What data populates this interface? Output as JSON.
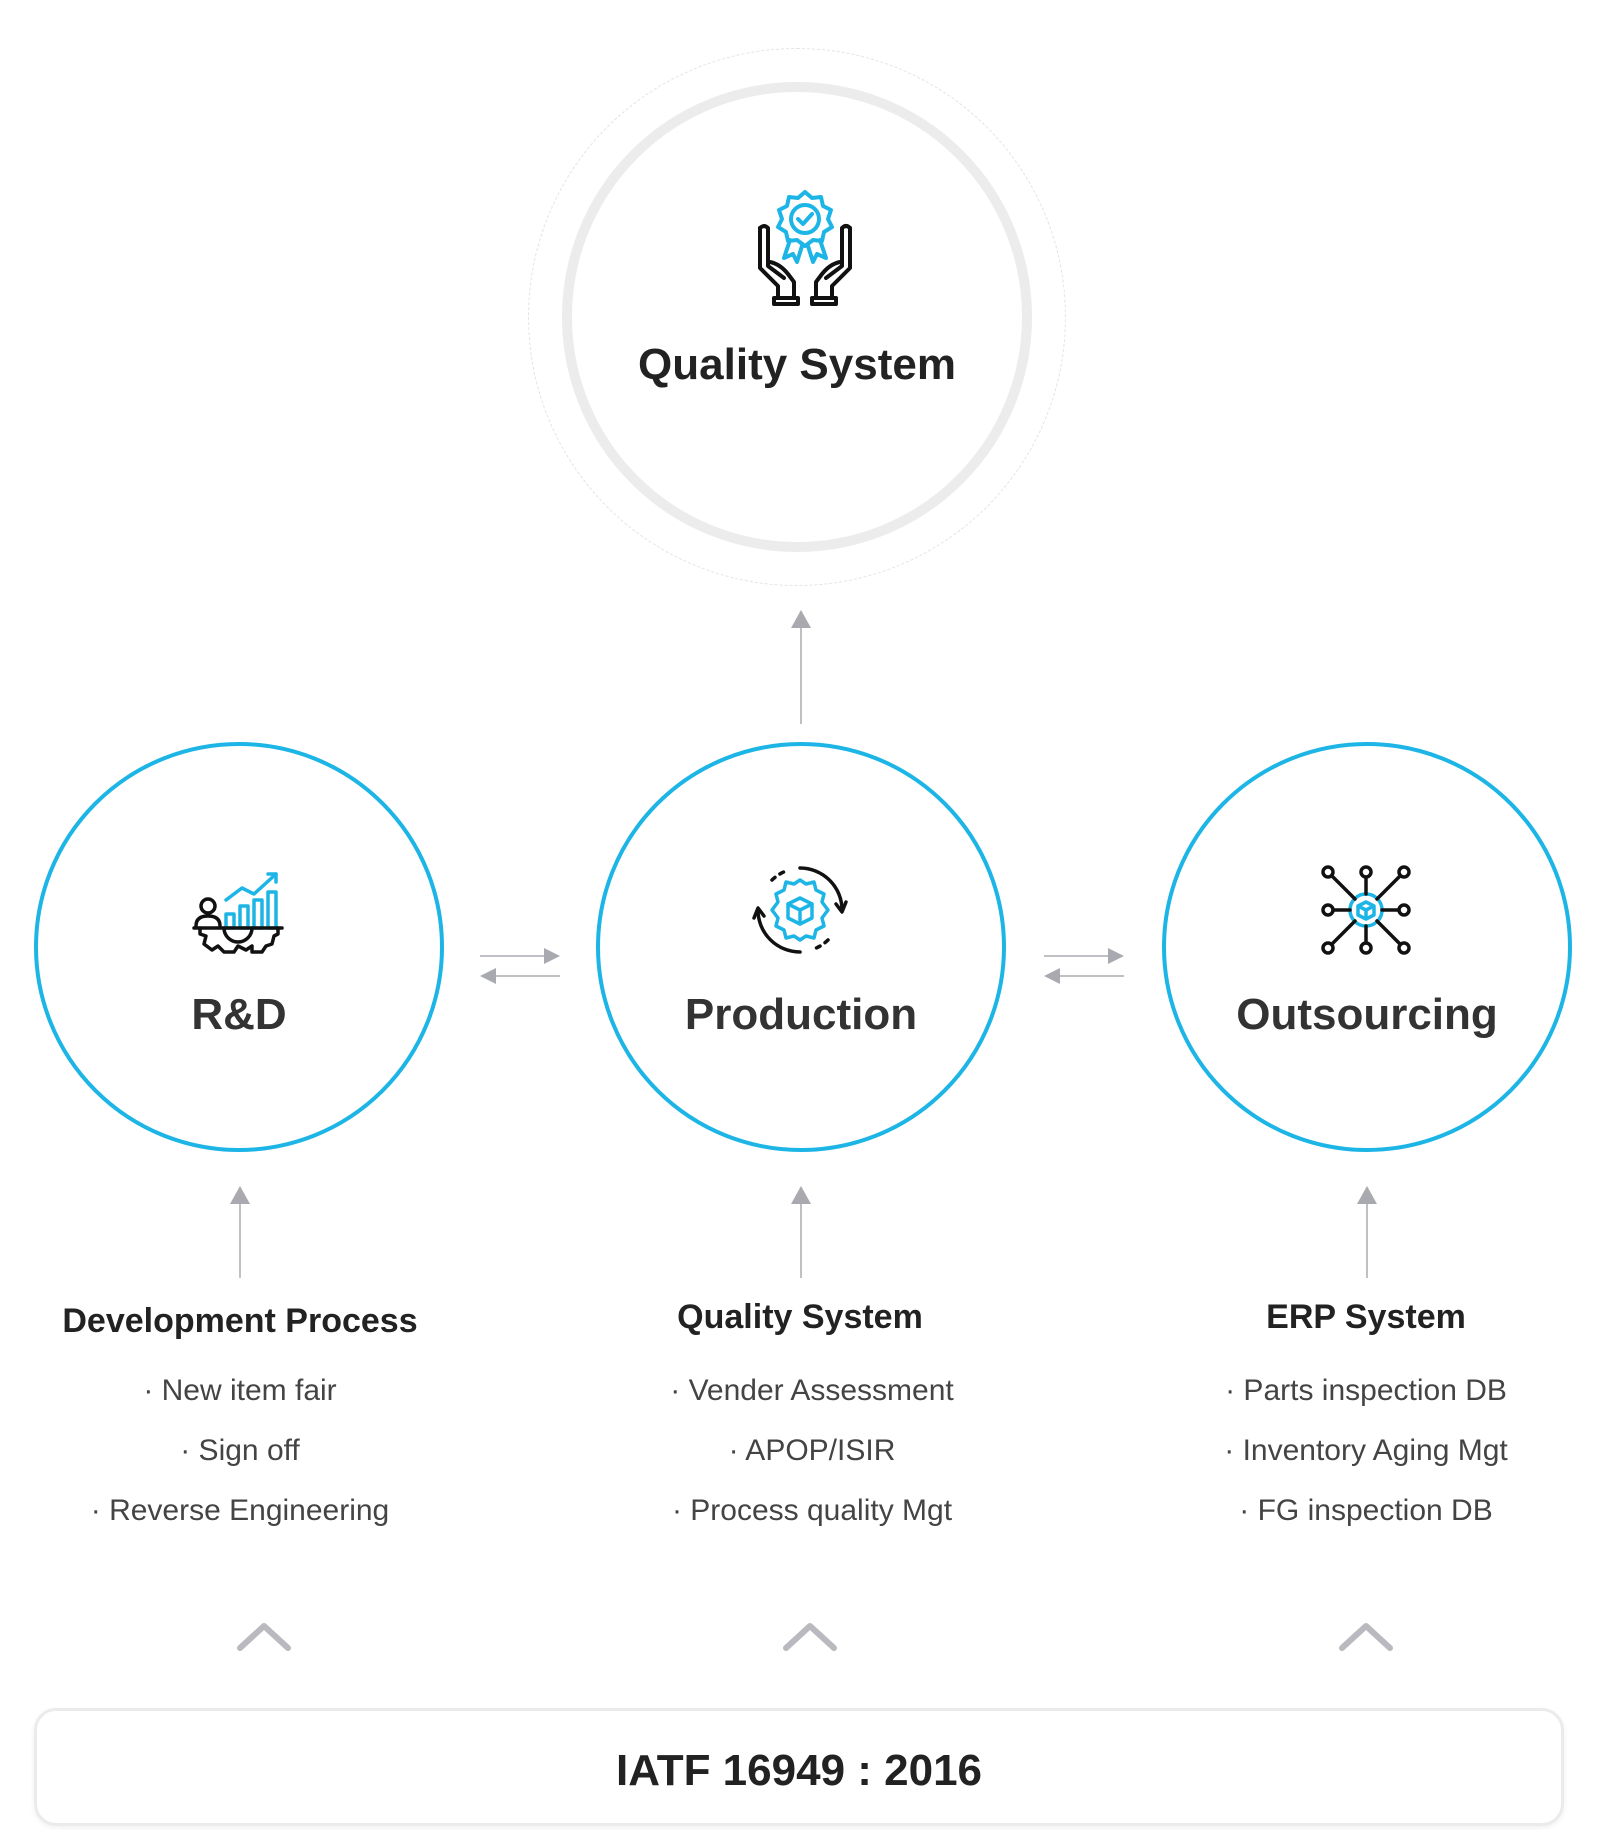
{
  "top": {
    "title": "Quality System",
    "icon": "award-hands-icon"
  },
  "nodes": [
    {
      "title": "R&D",
      "icon": "rnd-growth-gear-icon"
    },
    {
      "title": "Production",
      "icon": "production-cycle-gear-icon"
    },
    {
      "title": "Outsourcing",
      "icon": "network-hub-icon"
    }
  ],
  "columns": [
    {
      "title": "Development Process",
      "items": [
        "· New item fair",
        "· Sign off",
        "· Reverse Engineering"
      ]
    },
    {
      "title": "Quality System",
      "items": [
        "· Vender Assessment",
        "· APOP/ISIR",
        "· Process quality Mgt"
      ]
    },
    {
      "title": "ERP System",
      "items": [
        "· Parts inspection DB",
        "· Inventory Aging Mgt",
        "· FG inspection DB"
      ]
    }
  ],
  "footer": {
    "label": "IATF 16949 : 2016"
  },
  "colors": {
    "accent": "#1db5e6",
    "ring": "#ececec",
    "arrow": "#a9a9b0"
  }
}
